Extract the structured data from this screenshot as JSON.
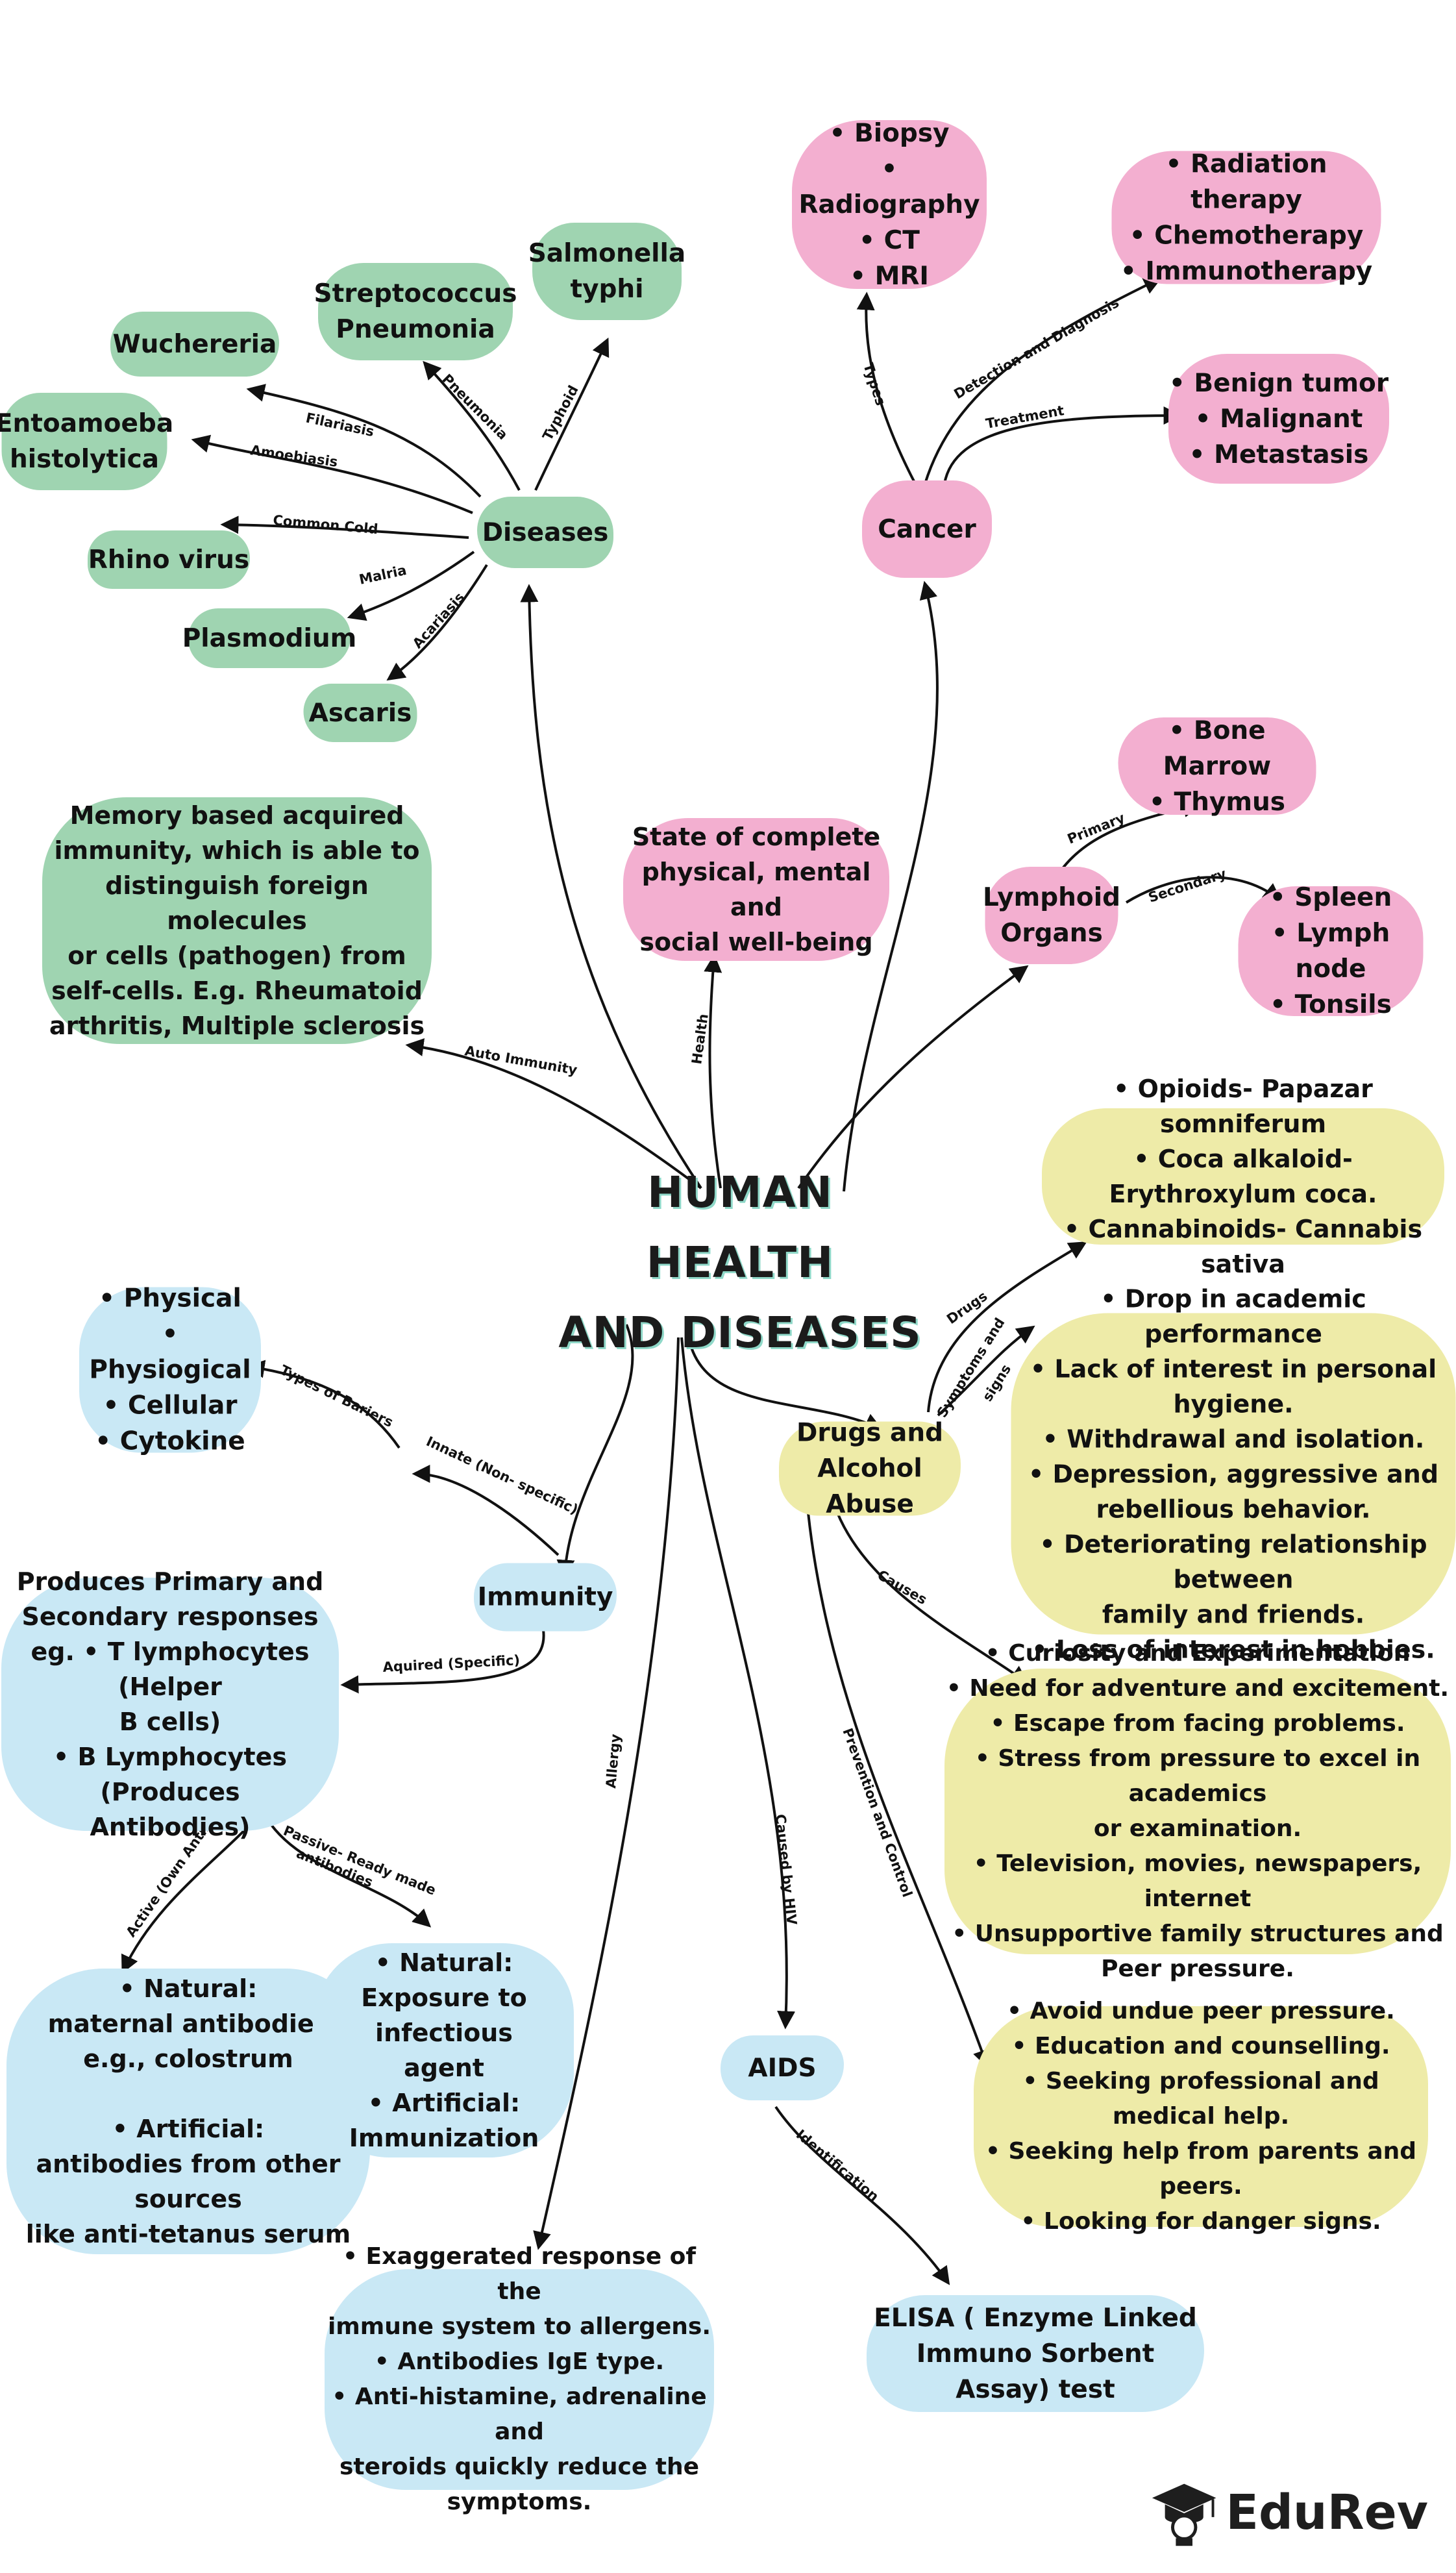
{
  "title": "HUMAN HEALTH\nAND DISEASES",
  "brand": "EduRev",
  "nodes": {
    "diseases": "Diseases",
    "wuchereria": "Wuchereria",
    "streptococcus": "Streptococcus\nPneumonia",
    "salmonella": "Salmonella\ntyphi",
    "entoamoeba": "Entoamoeba\nhistolytica",
    "rhino": "Rhino virus",
    "plasmodium": "Plasmodium",
    "ascaris": "Ascaris",
    "cancer": "Cancer",
    "biopsy": "• Biopsy\n• Radiography\n• CT\n• MRI",
    "therapy": "• Radiation therapy\n• Chemotherapy\n• Immunotherapy",
    "tumor": "• Benign tumor\n• Malignant\n• Metastasis",
    "autoimmunity": "Memory based acquired\nimmunity, which is able to\ndistinguish foreign molecules\nor cells (pathogen) from\nself-cells. E.g. Rheumatoid\narthritis, Multiple sclerosis",
    "health": "State of complete\nphysical,  mental and\nsocial well-being",
    "lymphoid": "Lymphoid\nOrgans",
    "bone": "• Bone Marrow\n• Thymus",
    "spleen": "• Spleen\n• Lymph node\n• Tonsils",
    "drugs_list": "• Opioids- Papazar somniferum\n• Coca alkaloid- Erythroxylum coca.\n• Cannabinoids- Cannabis sativa",
    "symptoms": "• Drop in academic performance\n• Lack of interest in personal\nhygiene.\n• Withdrawal and isolation.\n• Depression, aggressive and\nrebellious behavior.\n• Deteriorating relationship between\nfamily and friends.\n• Loss of interest in hobbies.",
    "drugs_alcohol": "Drugs and\nAlcohol Abuse",
    "causes": "• Curiosity and Experimentation\n• Need for adventure and excitement.\n• Escape from facing problems.\n• Stress from pressure to excel in academics\nor examination.\n• Television, movies, newspapers, internet\n• Unsupportive family structures and\nPeer pressure.",
    "prevention": "• Avoid undue peer pressure.\n• Education and counselling.\n• Seeking professional and medical help.\n• Seeking help from parents and peers.\n• Looking for danger signs.",
    "barriers": "• Physical\n• Physiogical\n• Cellular\n• Cytokine",
    "immunity": "Immunity",
    "acquired": "Produces Primary and\nSecondary responses\neg. • T lymphocytes (Helper\nB cells)\n• B Lymphocytes (Produces\nAntibodies)",
    "active": "• Natural:\nmaternal antibodies\ne.g., colostrum\n\n• Artificial:\nantibodies from other sources\nlike anti-tetanus serum",
    "passive": "• Natural:\nExposure to infectious\nagent\n• Artificial:\nImmunization",
    "aids": "AIDS",
    "allergy": "• Exaggerated response of the\nimmune system to allergens.\n• Antibodies IgE type.\n• Anti-histamine, adrenaline and\nsteroids quickly reduce the\nsymptoms.",
    "elisa": "ELISA ( Enzyme Linked\nImmuno Sorbent Assay) test"
  },
  "edge_labels": {
    "filariasis": "Filariasis",
    "pneumonia": "Pneumonia",
    "typhoid": "Typhoid",
    "amoebiasis": "Amoebiasis",
    "common_cold": "Common Cold",
    "malria": "Malria",
    "acariasis": "Acariasis",
    "types": "Types",
    "detection": "Detection and Diagnosis",
    "treatment": "Treatment",
    "auto_immunity": "Auto Immunity",
    "health": "Health",
    "primary": "Primary",
    "secondary": "Secondary",
    "drugs": "Drugs",
    "symptoms1": "Symptoms and",
    "symptoms2": "signs",
    "causes": "Causes",
    "prevention": "Prevention and Control",
    "types_barriers": "Types of Bariers",
    "innate": "Innate (Non- specific)",
    "aquired": "Aquired (Specific)",
    "active": "Active (Own Antibodies)",
    "passive1": "Passive- Ready made",
    "passive2": "antibodies",
    "allergy": "Allergy",
    "caused_hiv": "Caused by HIV",
    "identification": "Identification"
  },
  "colors": {
    "green": "#9fd4b1",
    "pink": "#f3afd0",
    "blue": "#c9e8f5",
    "yellow": "#eeeba8",
    "title_shadow": "#8fd8c8"
  }
}
